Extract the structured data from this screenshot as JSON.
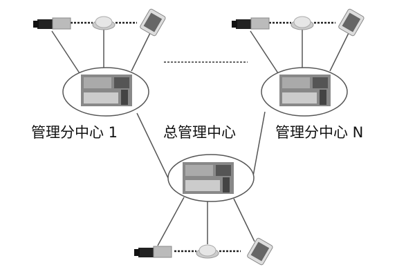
{
  "labels": {
    "sub_center_1": "管理分中心 1",
    "main_center": "总管理中心",
    "sub_center_n": "管理分中心 N"
  },
  "nodes": [
    {
      "id": "sub1",
      "icons": [
        "camera-icon",
        "dome-camera-icon",
        "control-panel-icon"
      ],
      "center": "control-room-photo"
    },
    {
      "id": "subN",
      "icons": [
        "camera-icon",
        "dome-camera-icon",
        "control-panel-icon"
      ],
      "center": "control-room-photo"
    },
    {
      "id": "main",
      "icons": [
        "camera-icon",
        "dome-camera-icon",
        "control-panel-icon"
      ],
      "center": "control-room-photo"
    }
  ],
  "colors": {
    "line": "#555555",
    "device": "#333333"
  }
}
